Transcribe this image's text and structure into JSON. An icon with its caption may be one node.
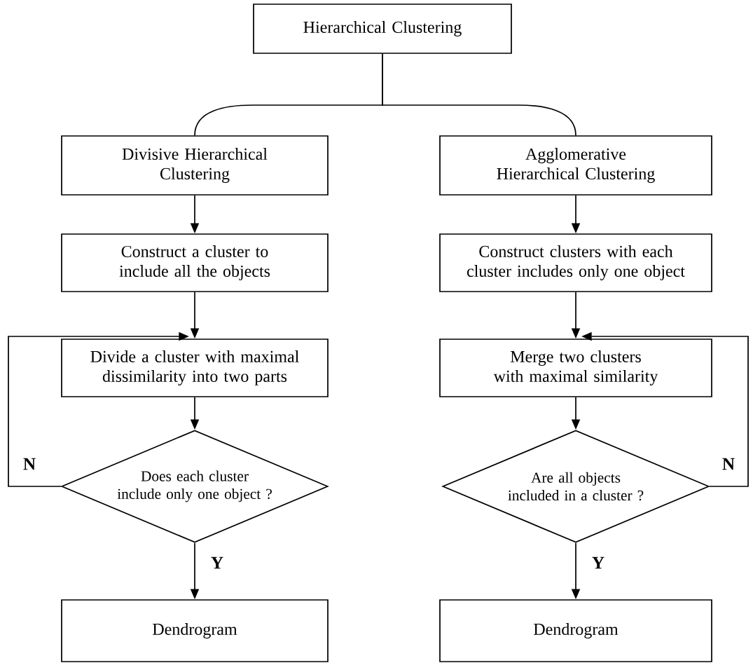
{
  "diagram": {
    "nodes": [
      {
        "text": [
          "Hierarchical Clustering"
        ]
      },
      {
        "text": [
          "Divisive Hierarchical Clustering"
        ]
      },
      {
        "text": [
          "Agglomerative Hierarchical Clustering"
        ]
      },
      {
        "text": [
          "Construct a cluster to include all the objects"
        ]
      },
      {
        "text": [
          "Construct clusters with each cluster includes only one object"
        ]
      },
      {
        "text": [
          "Divide a cluster with maximal dissimilarity into two parts"
        ]
      },
      {
        "text": [
          "Merge two clusters with maximal similarity"
        ]
      },
      {
        "text": [
          "Does each cluster include only one object ?"
        ]
      },
      {
        "text": [
          "Are all objects included in a cluster ?"
        ]
      },
      {
        "text": [
          "Dendrogram"
        ]
      },
      {
        "text": [
          "Dendrogram"
        ]
      }
    ],
    "edges": [
      {
        "from": 0,
        "to": 1,
        "arrow": "none"
      },
      {
        "from": 0,
        "to": 2,
        "arrow": "none"
      },
      {
        "from": 1,
        "to": 3,
        "arrow": "to"
      },
      {
        "from": 3,
        "to": 5,
        "arrow": "to"
      },
      {
        "from": 5,
        "to": 7,
        "arrow": "to"
      },
      {
        "from": 7,
        "to": 9,
        "arrow": "to",
        "label": "Y"
      },
      {
        "from": 7,
        "to": 5,
        "arrow": "to",
        "label": "N"
      },
      {
        "from": 2,
        "to": 4,
        "arrow": "to"
      },
      {
        "from": 4,
        "to": 6,
        "arrow": "to"
      },
      {
        "from": 6,
        "to": 8,
        "arrow": "to"
      },
      {
        "from": 8,
        "to": 10,
        "arrow": "to",
        "label": "Y"
      },
      {
        "from": 8,
        "to": 6,
        "arrow": "to",
        "label": "N"
      }
    ]
  }
}
